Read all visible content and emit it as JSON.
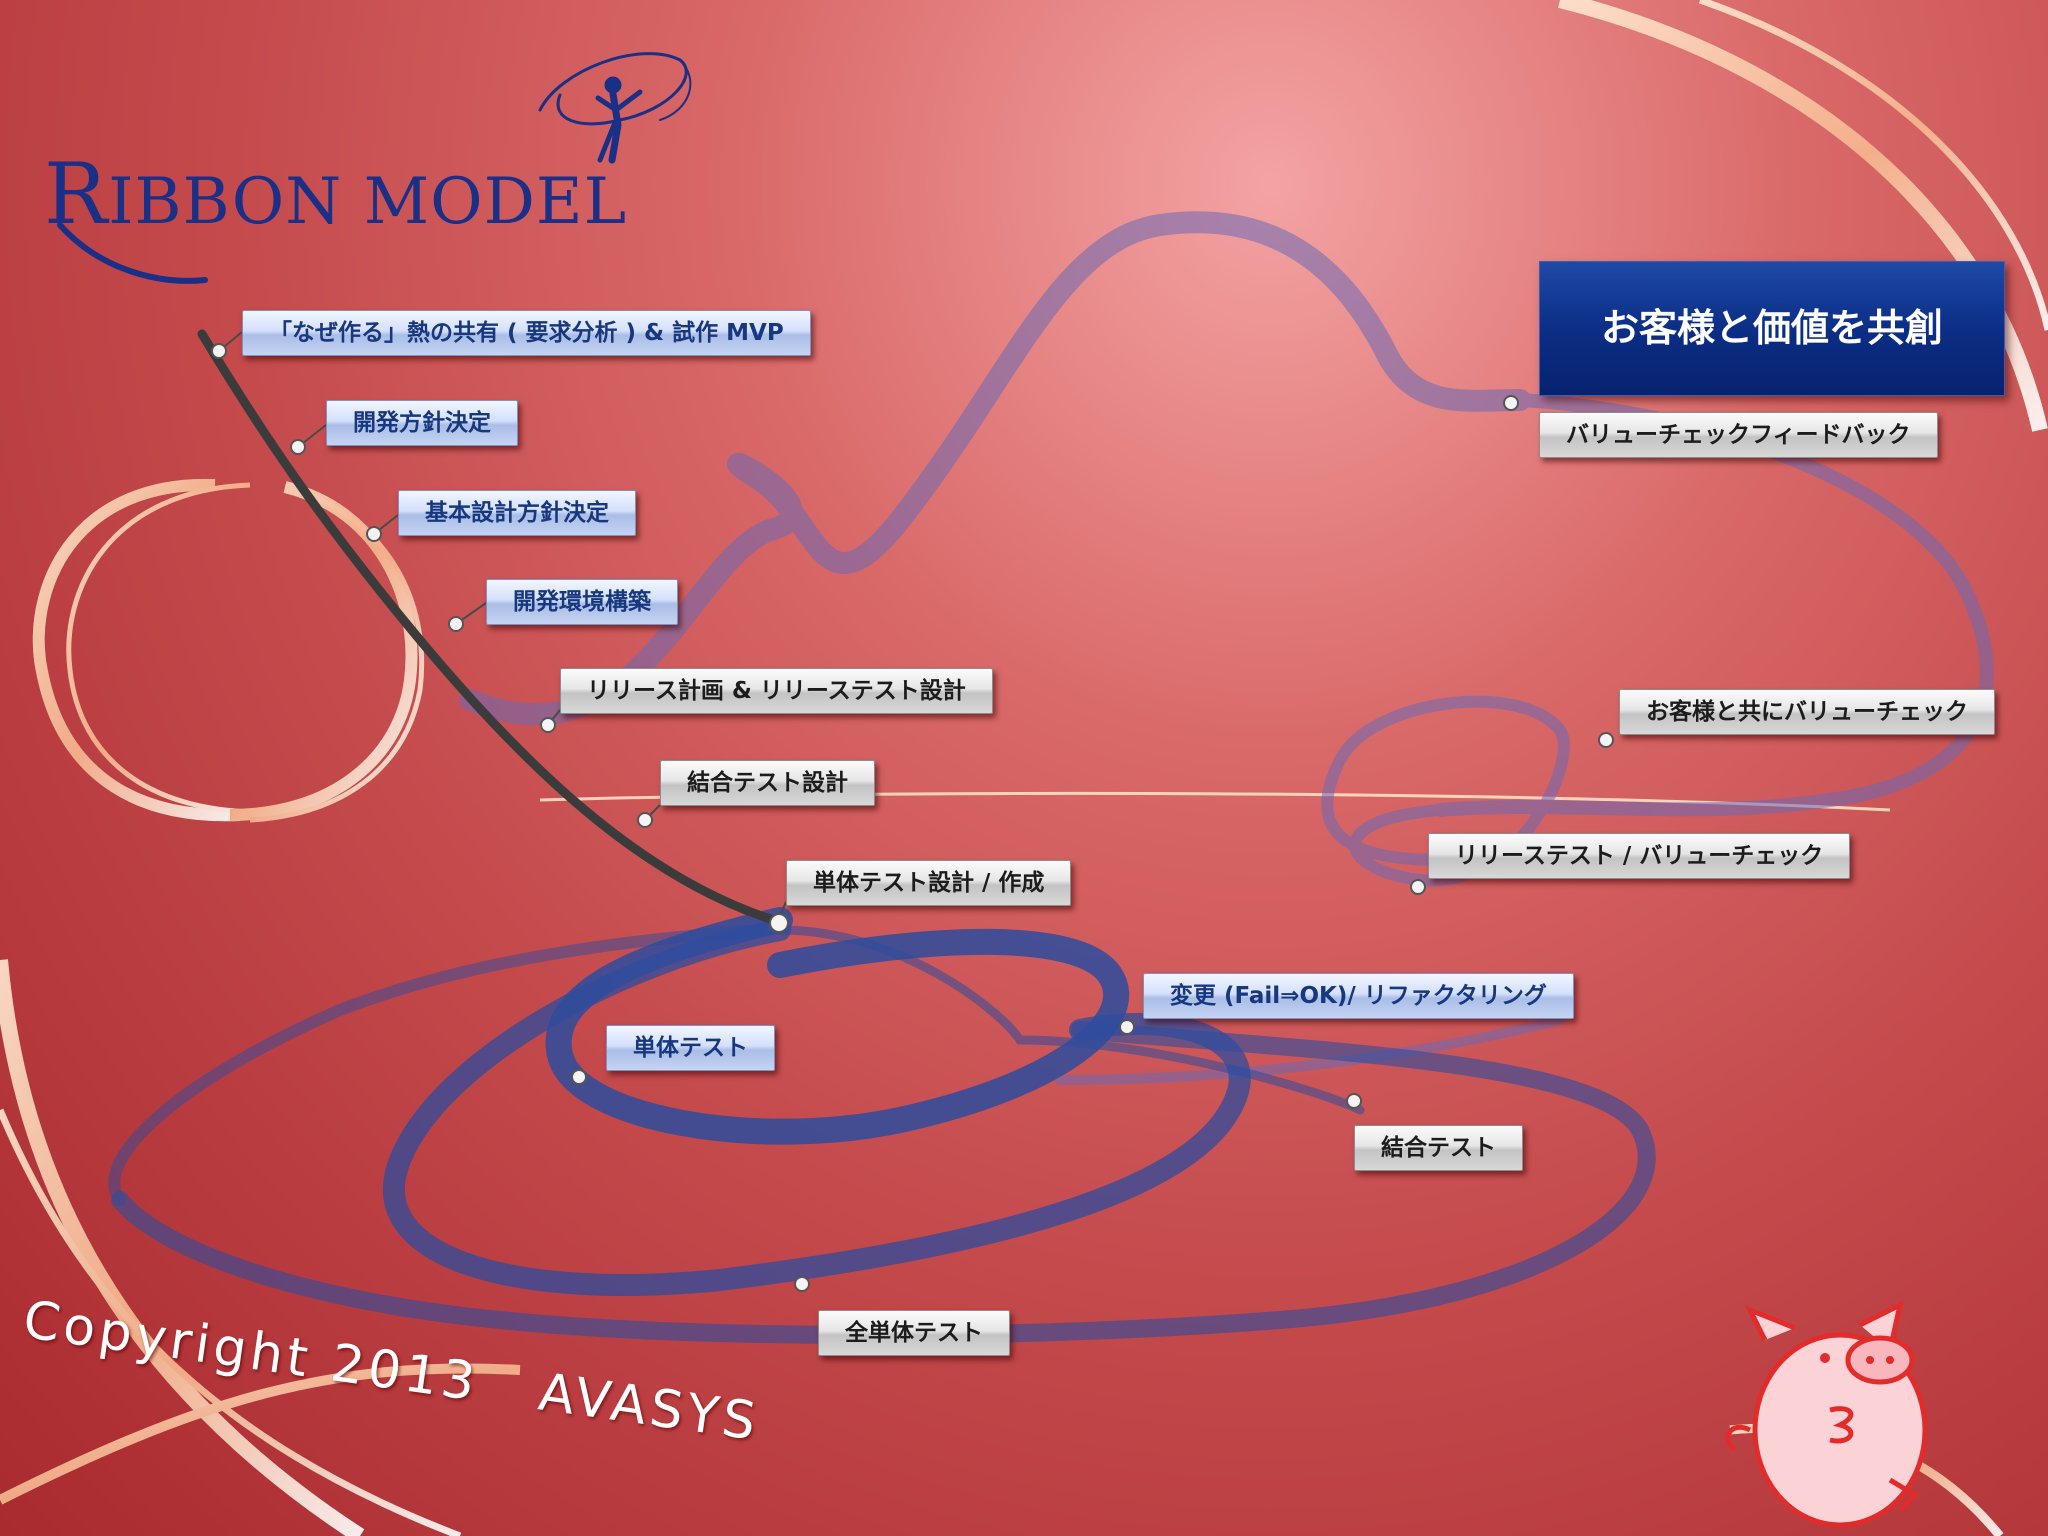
{
  "logo": {
    "first_letter": "R",
    "rest": "IBBON MODEL"
  },
  "cta": {
    "label": "お客様と価値を共創"
  },
  "labels": [
    {
      "text": "「なぜ作る」熱の共有 ( 要求分析 ) & 試作 MVP",
      "style": "blue"
    },
    {
      "text": "開発方針決定",
      "style": "blue"
    },
    {
      "text": "基本設計方針決定",
      "style": "blue"
    },
    {
      "text": "開発環境構築",
      "style": "blue"
    },
    {
      "text": "リリース計画 & リリーステスト設計",
      "style": "grey"
    },
    {
      "text": "結合テスト設計",
      "style": "grey"
    },
    {
      "text": "単体テスト設計 / 作成",
      "style": "grey"
    },
    {
      "text": "単体テスト",
      "style": "blue"
    },
    {
      "text": "変更 (Fail⇒OK)/ リファクタリング",
      "style": "blue"
    },
    {
      "text": "結合テスト",
      "style": "grey"
    },
    {
      "text": "全単体テスト",
      "style": "grey"
    },
    {
      "text": "リリーステスト / バリューチェック",
      "style": "grey"
    },
    {
      "text": "お客様と共にバリューチェック",
      "style": "grey"
    },
    {
      "text": "バリューチェックフィードバック",
      "style": "grey"
    }
  ],
  "copyright": "Copyright 2013   AVASYS",
  "colors": {
    "ribbon": "#2d4c9e",
    "cta": "#0c2e86",
    "label_text_blue": "#17377e",
    "background": "#c44a4c"
  },
  "icons": {
    "logo_mark": "rhythmic-gymnast-icon",
    "mascot": "pig-mascot-icon"
  }
}
